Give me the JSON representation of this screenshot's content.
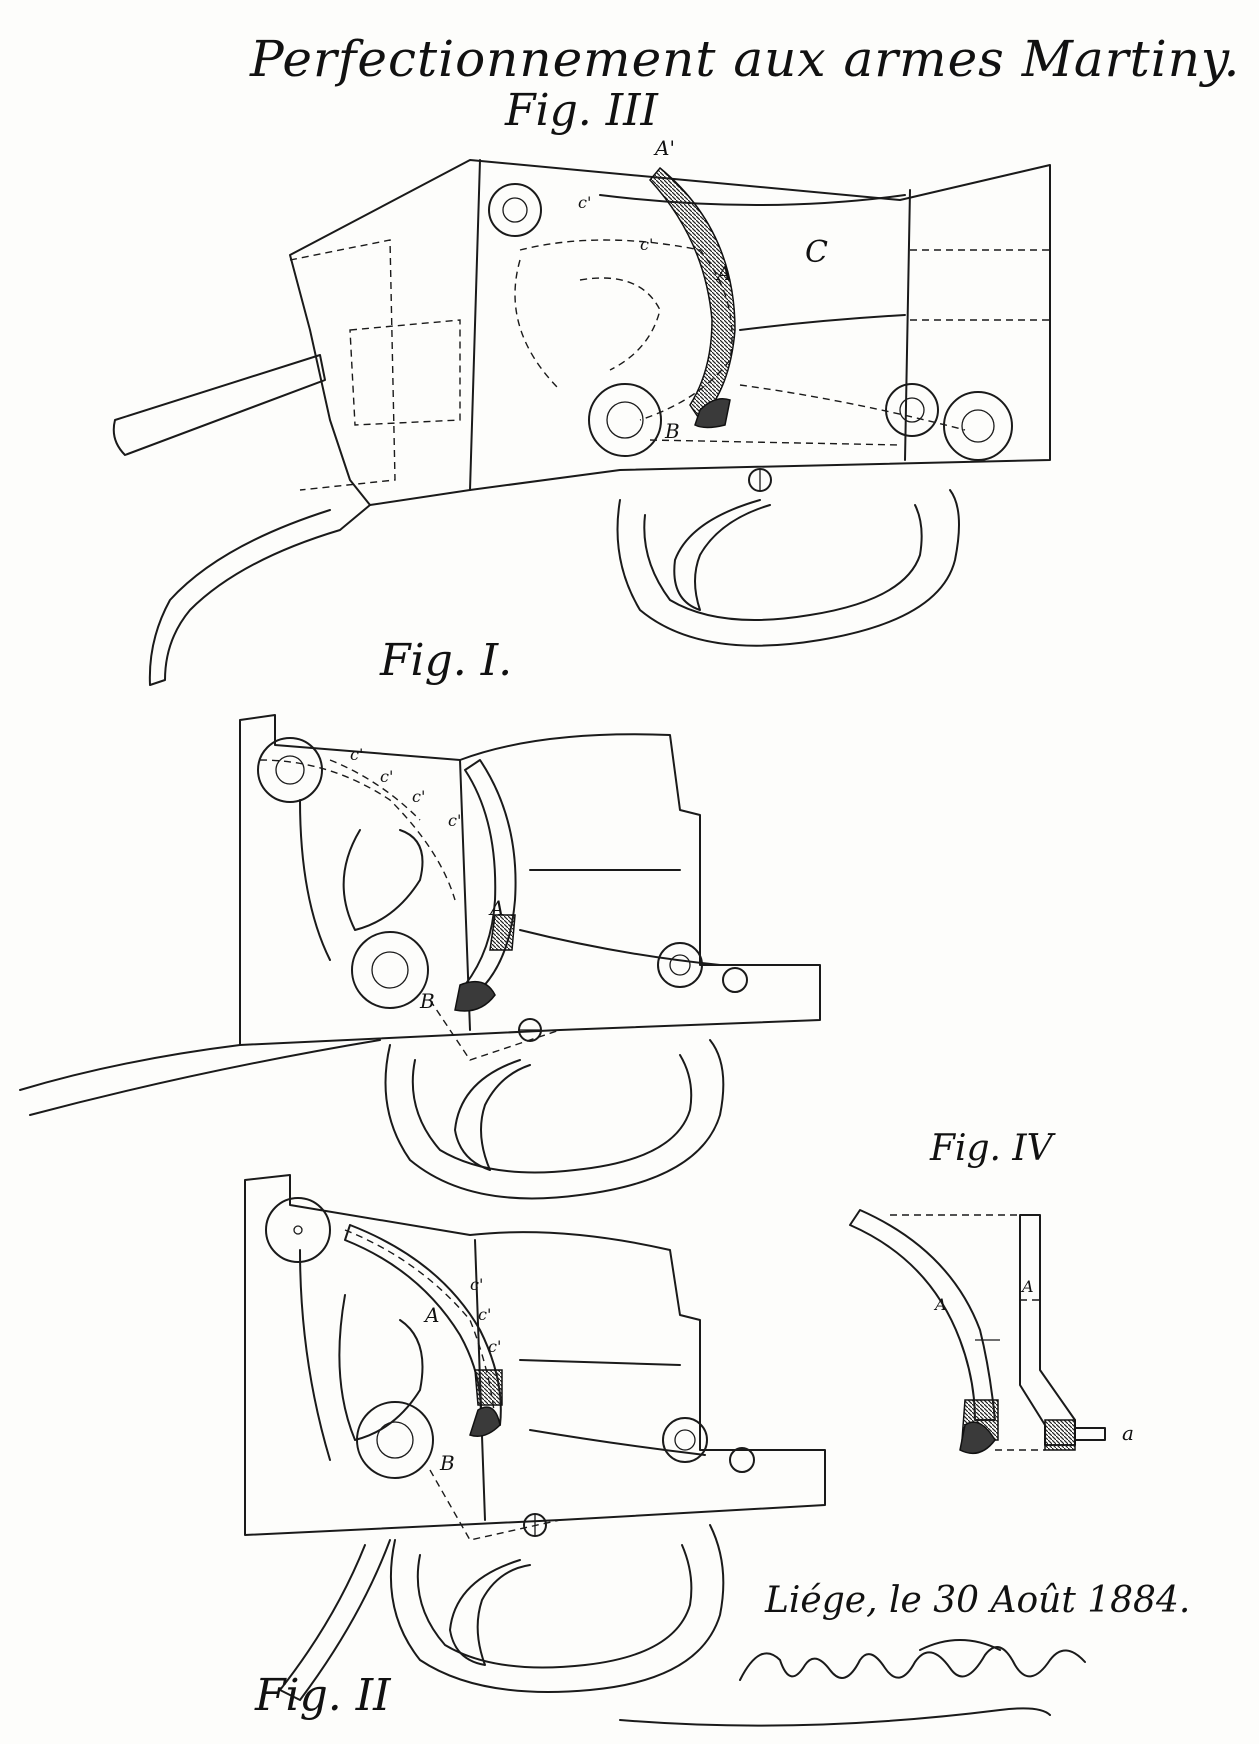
{
  "title": "Perfectionnement aux armes Martiny.",
  "figures": {
    "fig3": {
      "label": "Fig. III",
      "parts": {
        "a_prime": "A'",
        "a": "A",
        "c": "C",
        "c1": "c'",
        "c2": "c'",
        "b": "B"
      }
    },
    "fig1": {
      "label": "Fig. I.",
      "parts": {
        "c1": "c'",
        "c2": "c'",
        "c3": "c'",
        "c4": "c'",
        "a": "A",
        "b": "B"
      }
    },
    "fig2": {
      "label": "Fig. II",
      "parts": {
        "a": "A",
        "c1": "c'",
        "c2": "c'",
        "c3": "c'",
        "b": "B"
      }
    },
    "fig4": {
      "label": "Fig. IV",
      "parts": {
        "a_upper": "A",
        "a_lower": "A",
        "d": "a"
      }
    }
  },
  "place_date": "Liége, le 30 Août 1884.",
  "colors": {
    "ink": "#1a1a1a",
    "paper": "#fdfdfb",
    "shading": "#3a3a3a"
  }
}
